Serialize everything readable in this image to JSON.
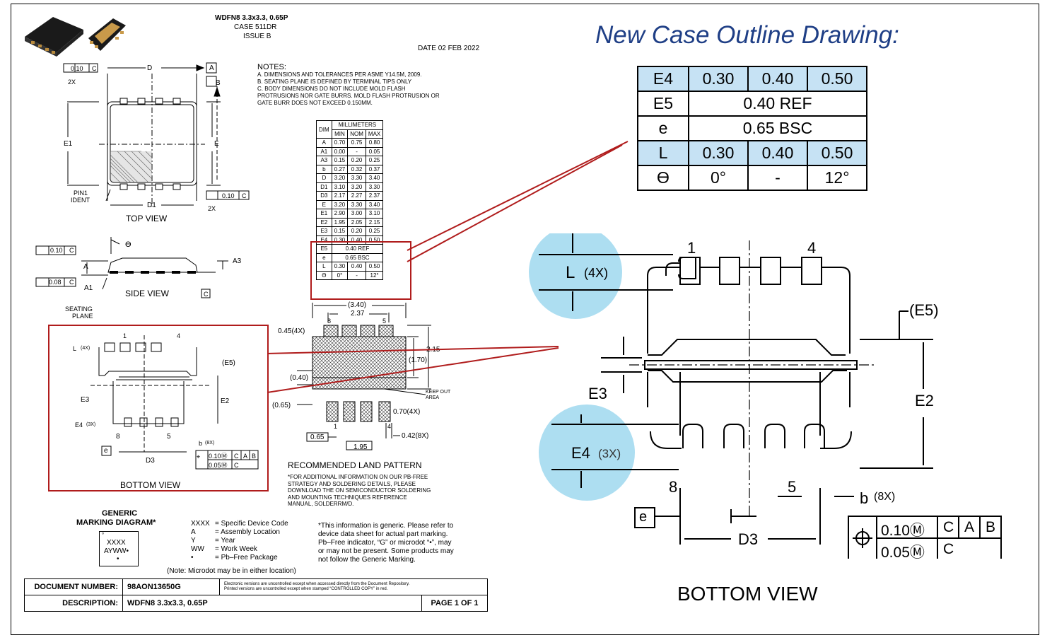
{
  "header": {
    "package_title": "WDFN8 3.3x3.3, 0.65P",
    "case": "CASE 511DR",
    "issue": "ISSUE B",
    "date": "DATE 02 FEB 2022"
  },
  "slide_title": "New Case Outline Drawing:",
  "notes": {
    "title": "NOTES:",
    "lines": [
      "A.  DIMENSIONS AND TOLERANCES PER ASME Y14.5M, 2009.",
      "B.  SEATING PLANE IS DEFINED BY TERMINAL TIPS ONLY",
      "C.  BODY DIMENSIONS DO NOT INCLUDE MOLD FLASH",
      "      PROTRUSIONS NOR GATE BURRS. MOLD FLASH PROTRUSION OR",
      "      GATE BURR DOES NOT EXCEED 0.150MM."
    ]
  },
  "dim_table": {
    "header_dim": "DIM",
    "header_group": "MILLIMETERS",
    "columns": [
      "MIN",
      "NOM",
      "MAX"
    ],
    "rows": [
      [
        "A",
        "0.70",
        "0.75",
        "0.80"
      ],
      [
        "A1",
        "0.00",
        "-",
        "0.05"
      ],
      [
        "A3",
        "0.15",
        "0.20",
        "0.25"
      ],
      [
        "b",
        "0.27",
        "0.32",
        "0.37"
      ],
      [
        "D",
        "3.20",
        "3.30",
        "3.40"
      ],
      [
        "D1",
        "3.10",
        "3.20",
        "3.30"
      ],
      [
        "D3",
        "2.17",
        "2.27",
        "2.37"
      ],
      [
        "E",
        "3.20",
        "3.30",
        "3.40"
      ],
      [
        "E1",
        "2.90",
        "3.00",
        "3.10"
      ],
      [
        "E2",
        "1.95",
        "2.05",
        "2.15"
      ],
      [
        "E3",
        "0.15",
        "0.20",
        "0.25"
      ],
      [
        "E4",
        "0.30",
        "0.40",
        "0.50"
      ]
    ],
    "ref_rows": [
      [
        "E5",
        "0.40 REF"
      ],
      [
        "e",
        "0.65  BSC"
      ]
    ],
    "tail_rows": [
      [
        "L",
        "0.30",
        "0.40",
        "0.50"
      ],
      [
        "Θ",
        "0°",
        "-",
        "12°"
      ]
    ]
  },
  "zoom_table": {
    "rows": [
      [
        "E4",
        "0.30",
        "0.40",
        "0.50"
      ],
      [
        "L",
        "0.30",
        "0.40",
        "0.50"
      ],
      [
        "ϴ",
        "0°",
        "-",
        "12°"
      ]
    ],
    "ref_rows": [
      [
        "E5",
        "0.40 REF"
      ],
      [
        "e",
        "0.65  BSC"
      ]
    ]
  },
  "views": {
    "top_view": "TOP VIEW",
    "side_view": "SIDE VIEW",
    "bottom_view": "BOTTOM VIEW",
    "land_pattern": "RECOMMENDED LAND PATTERN",
    "zoom_bottom_view": "BOTTOM VIEW"
  },
  "top_labels": {
    "d": "D",
    "a": "A",
    "b": "B",
    "e1": "E1",
    "e": "E",
    "d1": "D1",
    "pin1": "PIN1",
    "ident": "IDENT",
    "twox": "2X",
    "twox_b": "2X",
    "tol": "0.10",
    "c": "C",
    "tol_b": "0.10",
    "c_b": "C"
  },
  "side_labels": {
    "tol1": "0.10",
    "tol2": "0.08",
    "c1": "C",
    "c2": "C",
    "c3": "C",
    "a": "A",
    "a1": "A1",
    "a3": "A3",
    "theta": "ϴ",
    "seating": "SEATING",
    "plane": "PLANE"
  },
  "bottom_labels": {
    "n1": "1",
    "n4": "4",
    "l": "L",
    "l4x": "(4X)",
    "e5": "(E5)",
    "e3": "E3",
    "e2": "E2",
    "e4": "E4",
    "e4x": "(3X)",
    "n8": "8",
    "n5": "5",
    "b8x": "b",
    "b8x_n": "(8X)",
    "e": "e",
    "d3": "D3",
    "fcf1": "0.10Ⓜ",
    "fcf1_c": "C",
    "fcf1_a": "A",
    "fcf1_b": "B",
    "fcf2": "0.05Ⓜ",
    "fcf2_c": "C"
  },
  "land_labels": {
    "w340": "(3.40)",
    "w237": "2.37",
    "n8": "8",
    "n5": "5",
    "p045": "0.45(4X)",
    "h215": "2.15",
    "h170": "(1.70)",
    "p040": "(0.40)",
    "keep": "KEEP OUT",
    "area": "AREA",
    "p065": "(0.65)",
    "p070": "0.70(4X)",
    "n1": "1",
    "n4": "4",
    "p065b": "0.65",
    "p042": "0.42(8X)",
    "p195": "1.95"
  },
  "land_note": [
    "*FOR ADDITIONAL INFORMATION ON OUR PB-FREE",
    "STRATEGY AND SOLDERING DETAILS, PLEASE",
    "DOWNLOAD THE ON SEMICONDUCTOR SOLDERING",
    "AND MOUNTING TECHNIQUES REFERENCE",
    "MANUAL, SOLDERRM/D."
  ],
  "marking": {
    "title1": "GENERIC",
    "title2": "MARKING DIAGRAM*",
    "chip_line1": "XXXX",
    "chip_line2": "AYWW•",
    "legend": [
      [
        "XXXX",
        "= Specific Device Code"
      ],
      [
        "A",
        "= Assembly Location"
      ],
      [
        "Y",
        "= Year"
      ],
      [
        "WW",
        "= Work Week"
      ],
      [
        "•",
        "= Pb–Free Package"
      ]
    ],
    "note": "(Note: Microdot may be in either location)",
    "generic": [
      "*This information is generic. Please refer to",
      "device data sheet for actual part marking.",
      "Pb–Free indicator, “G” or microdot “•”, may",
      "or may not be present. Some products may",
      "not follow the Generic Marking."
    ]
  },
  "doc": {
    "number_label": "DOCUMENT NUMBER:",
    "number": "98AON13650G",
    "description_label": "DESCRIPTION:",
    "description": "WDFN8 3.3x3.3, 0.65P",
    "page": "PAGE 1 OF 1",
    "repo1": "Electronic versions are uncontrolled except when accessed directly from the Document Repository.",
    "repo2": "Printed versions are uncontrolled except when stamped “CONTROLLED COPY” in red."
  },
  "zoom_labels": {
    "n1": "1",
    "n4": "4",
    "l": "L",
    "l4x": "(4X)",
    "e5": "(E5)",
    "e3": "E3",
    "e2": "E2",
    "e4": "E4",
    "e4x": "(3X)",
    "n8": "8",
    "n5": "5",
    "b": "b",
    "b8x": "(8X)",
    "e": "e",
    "d3": "D3",
    "fcf1": "0.10Ⓜ",
    "fcf1_c": "C",
    "fcf1_a": "A",
    "fcf1_b": "B",
    "fcf2": "0.05Ⓜ",
    "fcf2_c": "C"
  },
  "colors": {
    "title_blue": "#1f3f86",
    "highlight_red": "#b01c1c",
    "table_blue": "#c6e2f4",
    "circle_blue": "#9fd8ef"
  }
}
